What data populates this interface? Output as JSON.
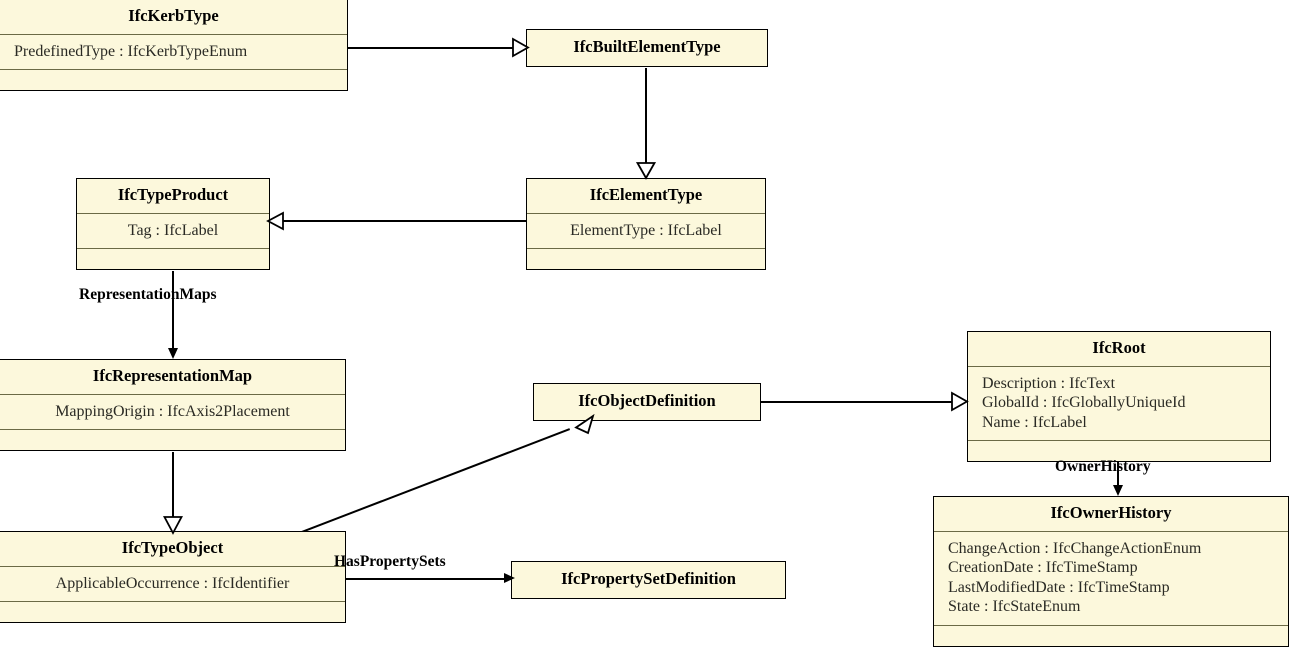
{
  "diagram": {
    "type": "uml-class-diagram",
    "title": "IfcKerbType inheritance and relationships",
    "style": {
      "class_fill": "#fcf8dc",
      "class_border": "#000000",
      "compartment_divider": "#6b6a46",
      "edge_color": "#000000",
      "background": "#ffffff"
    },
    "classes": [
      {
        "id": "IfcKerbType",
        "name": "IfcKerbType",
        "attributes": [
          "PredefinedType : IfcKerbTypeEnum"
        ],
        "has_operations_compartment": true
      },
      {
        "id": "IfcBuiltElementType",
        "name": "IfcBuiltElementType",
        "attributes": [],
        "has_operations_compartment": false
      },
      {
        "id": "IfcTypeProduct",
        "name": "IfcTypeProduct",
        "attributes": [
          "Tag : IfcLabel"
        ],
        "has_operations_compartment": true
      },
      {
        "id": "IfcElementType",
        "name": "IfcElementType",
        "attributes": [
          "ElementType : IfcLabel"
        ],
        "has_operations_compartment": true
      },
      {
        "id": "IfcRepresentationMap",
        "name": "IfcRepresentationMap",
        "attributes": [
          "MappingOrigin : IfcAxis2Placement"
        ],
        "has_operations_compartment": true
      },
      {
        "id": "IfcObjectDefinition",
        "name": "IfcObjectDefinition",
        "attributes": [],
        "has_operations_compartment": false
      },
      {
        "id": "IfcRoot",
        "name": "IfcRoot",
        "attributes": [
          "Description : IfcText",
          "GlobalId : IfcGloballyUniqueId",
          "Name : IfcLabel"
        ],
        "has_operations_compartment": true
      },
      {
        "id": "IfcTypeObject",
        "name": "IfcTypeObject",
        "attributes": [
          "ApplicableOccurrence : IfcIdentifier"
        ],
        "has_operations_compartment": true
      },
      {
        "id": "IfcPropertySetDefinition",
        "name": "IfcPropertySetDefinition",
        "attributes": [],
        "has_operations_compartment": false
      },
      {
        "id": "IfcOwnerHistory",
        "name": "IfcOwnerHistory",
        "attributes": [
          "ChangeAction : IfcChangeActionEnum",
          "CreationDate : IfcTimeStamp",
          "LastModifiedDate : IfcTimeStamp",
          "State : IfcStateEnum"
        ],
        "has_operations_compartment": true
      }
    ],
    "edges": [
      {
        "id": "kerb-to-builtelementtype",
        "from": "IfcKerbType",
        "to": "IfcBuiltElementType",
        "kind": "generalization",
        "label": ""
      },
      {
        "id": "builtelementtype-to-elementtype",
        "from": "IfcBuiltElementType",
        "to": "IfcElementType",
        "kind": "generalization",
        "label": ""
      },
      {
        "id": "elementtype-to-typeproduct",
        "from": "IfcElementType",
        "to": "IfcTypeProduct",
        "kind": "generalization",
        "label": ""
      },
      {
        "id": "typeproduct-to-representationmap",
        "from": "IfcTypeProduct",
        "to": "IfcRepresentationMap",
        "kind": "association",
        "label": "RepresentationMaps"
      },
      {
        "id": "representationmap-to-typeobject",
        "from": "IfcRepresentationMap",
        "to": "IfcTypeObject",
        "kind": "generalization",
        "label": ""
      },
      {
        "id": "typeobject-to-objectdefinition",
        "from": "IfcTypeObject",
        "to": "IfcObjectDefinition",
        "kind": "generalization",
        "label": ""
      },
      {
        "id": "objectdefinition-to-root",
        "from": "IfcObjectDefinition",
        "to": "IfcRoot",
        "kind": "generalization",
        "label": ""
      },
      {
        "id": "typeobject-to-propertysetdefinition",
        "from": "IfcTypeObject",
        "to": "IfcPropertySetDefinition",
        "kind": "association",
        "label": "HasPropertySets"
      },
      {
        "id": "root-to-ownerhistory",
        "from": "IfcRoot",
        "to": "IfcOwnerHistory",
        "kind": "association",
        "label": "OwnerHistory"
      }
    ],
    "labels": {
      "representation_maps": "RepresentationMaps",
      "has_property_sets": "HasPropertySets",
      "owner_history": "OwnerHistory"
    }
  }
}
